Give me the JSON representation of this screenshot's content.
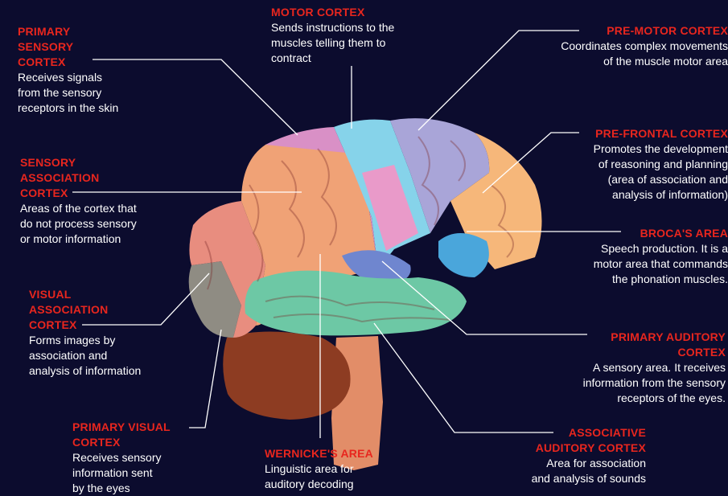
{
  "labels": {
    "primary_sensory": {
      "title": "PRIMARY\nSENSORY\nCORTEX",
      "desc": "Receives signals\nfrom the sensory\nreceptors in the skin"
    },
    "motor": {
      "title": "MOTOR CORTEX",
      "desc": "Sends instructions to the\nmuscles telling them to\ncontract"
    },
    "pre_motor": {
      "title": "PRE-MOTOR CORTEX",
      "desc": "Coordinates complex movements\nof the muscle motor area"
    },
    "pre_frontal": {
      "title": "PRE-FRONTAL CORTEX",
      "desc": "Promotes the development\nof reasoning and planning\n(area of association and\nanalysis of information)"
    },
    "sensory_association": {
      "title": "SENSORY\nASSOCIATION\nCORTEX",
      "desc": "Areas of the cortex that\ndo not process sensory\nor motor information"
    },
    "broca": {
      "title": "BROCA'S AREA",
      "desc": "Speech production. It is a\nmotor area that commands\nthe phonation muscles."
    },
    "visual_association": {
      "title": "VISUAL\nASSOCIATION\nCORTEX",
      "desc": "Forms images by\nassociation and\nanalysis of information"
    },
    "primary_auditory": {
      "title": "PRIMARY AUDITORY\nCORTEX",
      "desc": "A sensory area. It receives\ninformation from the sensory\nreceptors of the eyes."
    },
    "primary_visual": {
      "title": "PRIMARY VISUAL\nCORTEX",
      "desc": "Receives sensory\ninformation sent\nby the eyes"
    },
    "wernicke": {
      "title": "WERNICKE'S AREA",
      "desc": "Linguistic area for\nauditory decoding"
    },
    "associative_auditory": {
      "title": "ASSOCIATIVE\nAUDITORY CORTEX",
      "desc": "Area for association\nand analysis of sounds"
    }
  },
  "colors": {
    "background": "#0c0c2e",
    "title": "#e8261e",
    "text": "#ffffff",
    "primary_sensory": "#d990c6",
    "motor": "#86d3ea",
    "pre_motor": "#a9a5d8",
    "pre_frontal": "#f6b77a",
    "sensory_association": "#f0a276",
    "broca": "#4aa6db",
    "visual_association": "#e88d7f",
    "primary_visual": "#8f8c83",
    "temporal": "#6dc8a5",
    "primary_auditory": "#6f86cf",
    "cerebellum": "#8d3c22",
    "brainstem": "#e28d68"
  }
}
